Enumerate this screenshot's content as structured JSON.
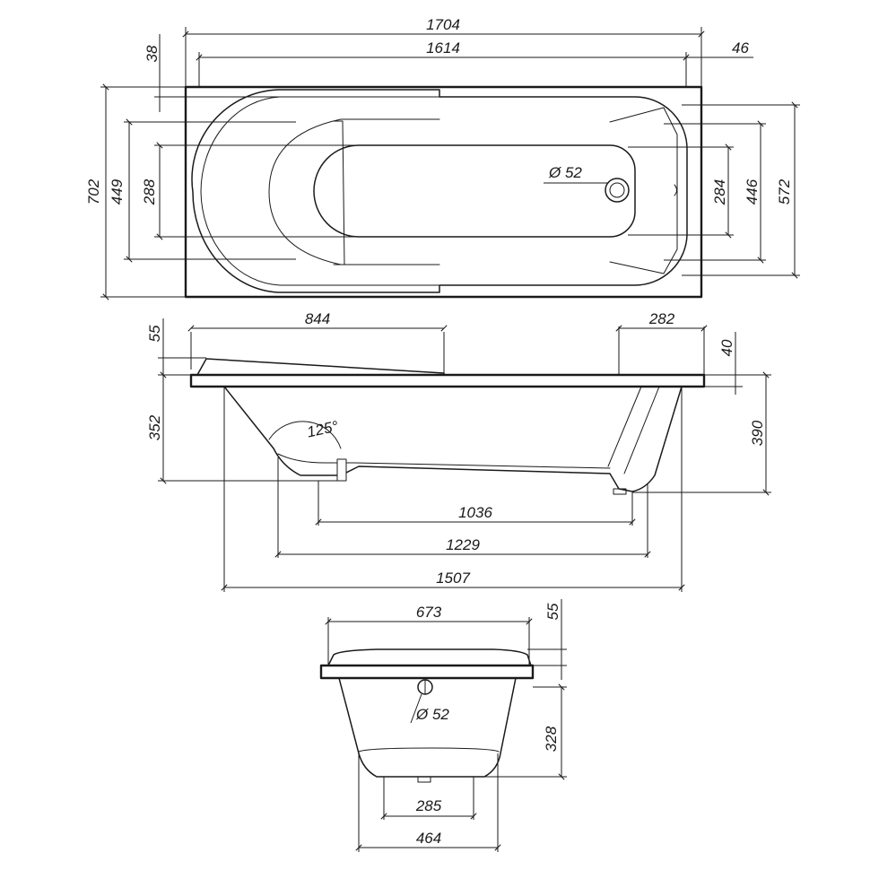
{
  "top_view": {
    "overall_length": "1704",
    "inner_length": "1614",
    "rim_offset_left": "38",
    "rim_offset_right": "46",
    "overall_width": "702",
    "inner_width": "449",
    "bottom_width": "288",
    "bottom_width_right": "284",
    "inner_width_right": "446",
    "rim_width_right": "572",
    "drain_diameter": "Ø 52"
  },
  "side_view": {
    "headrest_length": "844",
    "foot_length": "282",
    "headrest_height": "55",
    "rim_height": "40",
    "depth_left": "352",
    "depth_right": "390",
    "backrest_angle": "125°",
    "bottom_length": "1036",
    "floor_length": "1229",
    "base_length": "1507"
  },
  "end_view": {
    "top_width": "673",
    "headrest_height": "55",
    "depth": "328",
    "drain_diameter": "Ø 52",
    "foot_width": "285",
    "bottom_width": "464"
  }
}
